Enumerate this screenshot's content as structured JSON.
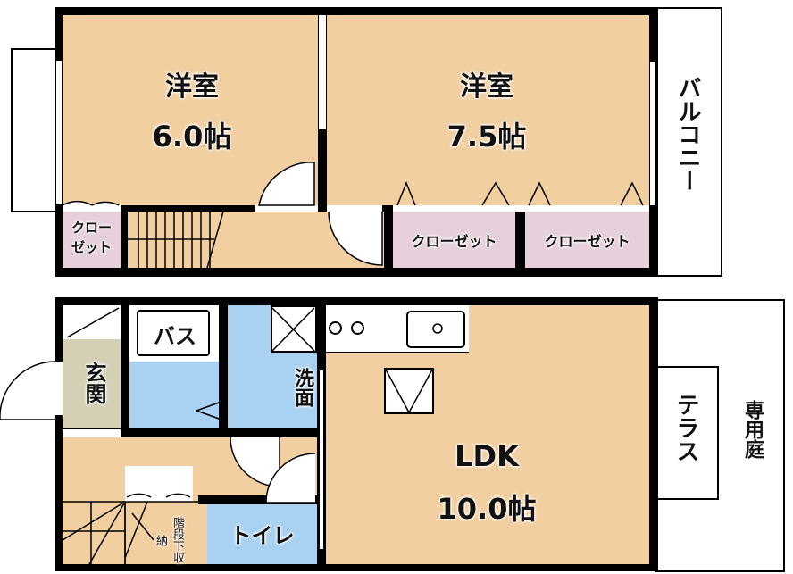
{
  "upper_floor": {
    "room1": {
      "name": "洋室",
      "size": "6.0帖"
    },
    "room2": {
      "name": "洋室",
      "size": "7.5帖"
    },
    "closet_small": "クロー ゼット",
    "closet_a": "クローゼット",
    "closet_b": "クローゼット",
    "balcony": "バルコニー"
  },
  "lower_floor": {
    "bath": "バス",
    "entrance": "玄関",
    "washroom": "洗面",
    "ldk": {
      "name": "LDK",
      "size": "10.0帖"
    },
    "toilet": "トイレ",
    "under_stairs": "階段下収納",
    "terrace": "テラス",
    "garden": "専用庭"
  },
  "colors": {
    "room": "#f2cfa1",
    "closet": "#e6d0dc",
    "wet": "#a9d2f2",
    "entrance": "#d3d0b6"
  }
}
